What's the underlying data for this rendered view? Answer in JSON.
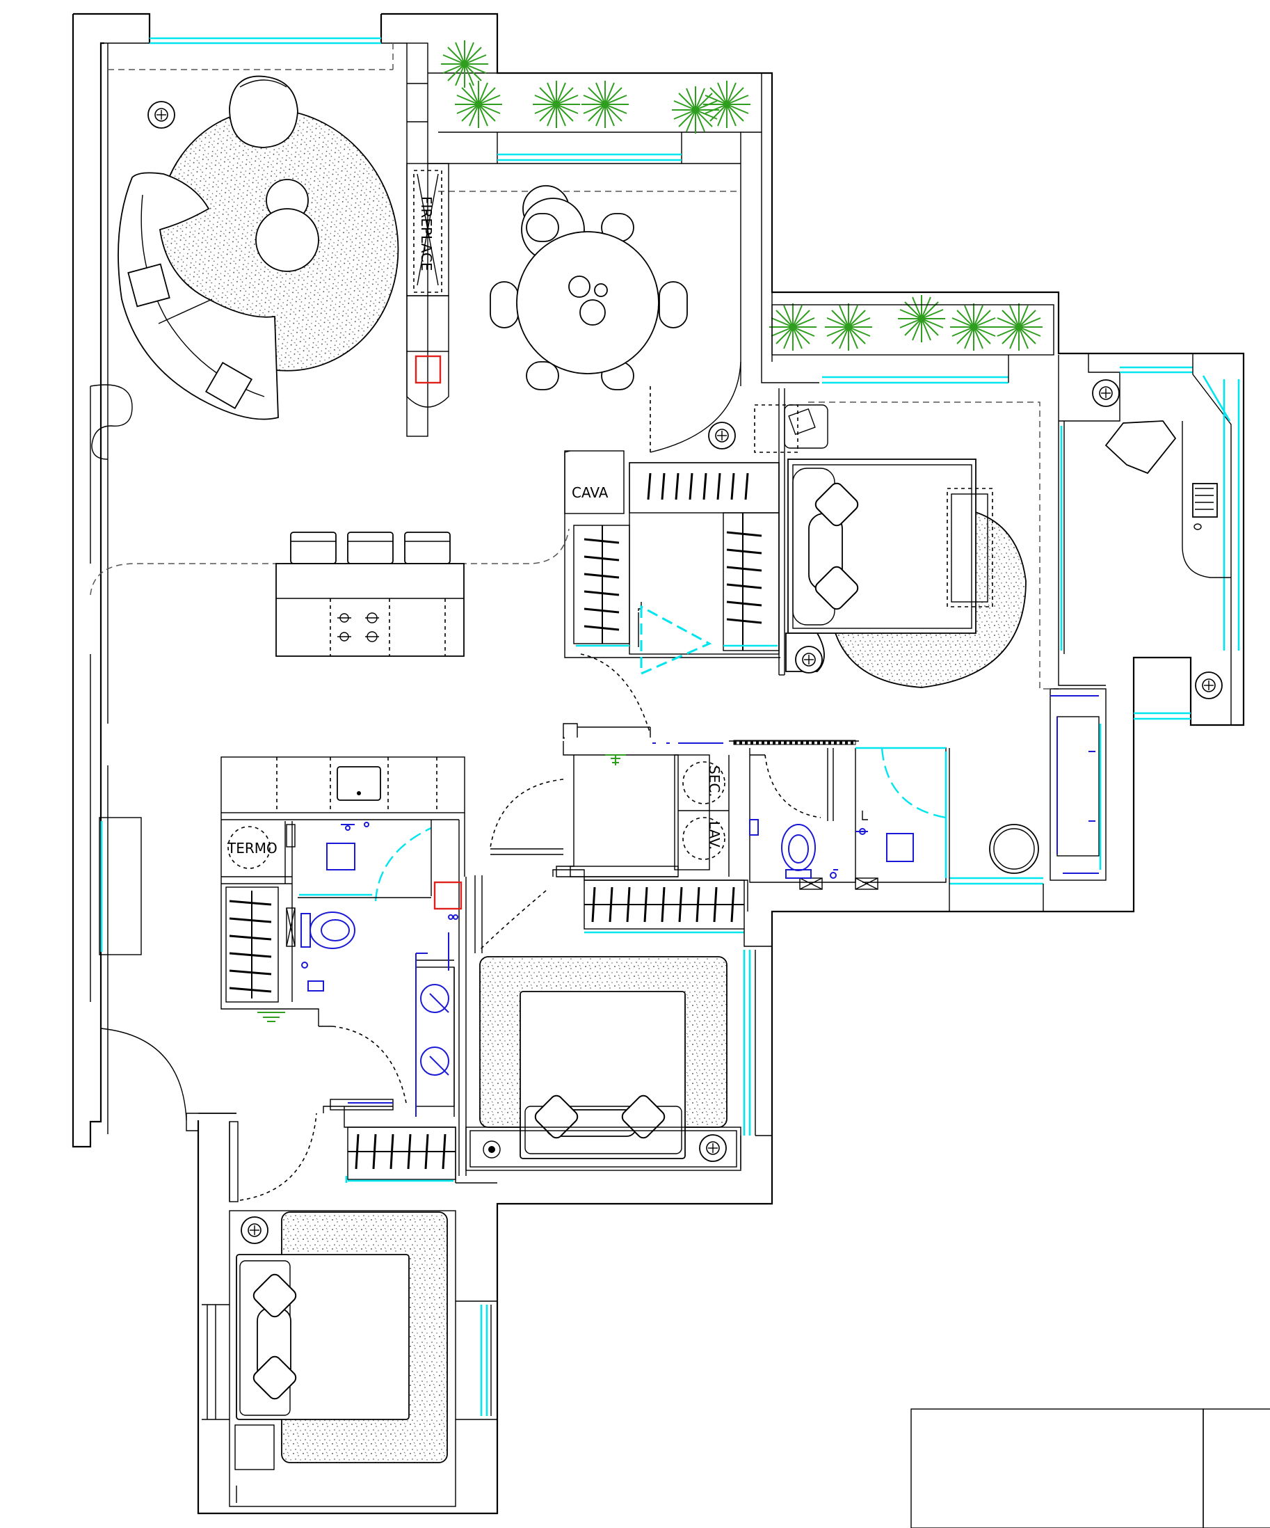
{
  "labels": {
    "cava": "CAVA",
    "termo": "TERMO",
    "sec": "SEC.",
    "lav": "LAV.",
    "fireplace": "FIREPLACE"
  },
  "colors": {
    "walls": "#000000",
    "windows": "#00e5ee",
    "plumbing": "#1a1ad6",
    "plants": "#2f9e1f",
    "fire_alarm": "#e0201c"
  },
  "icons": [
    "outlet-icon",
    "plant-icon",
    "toilet-icon",
    "sink-icon",
    "cooktop-icon",
    "laptop-icon"
  ]
}
